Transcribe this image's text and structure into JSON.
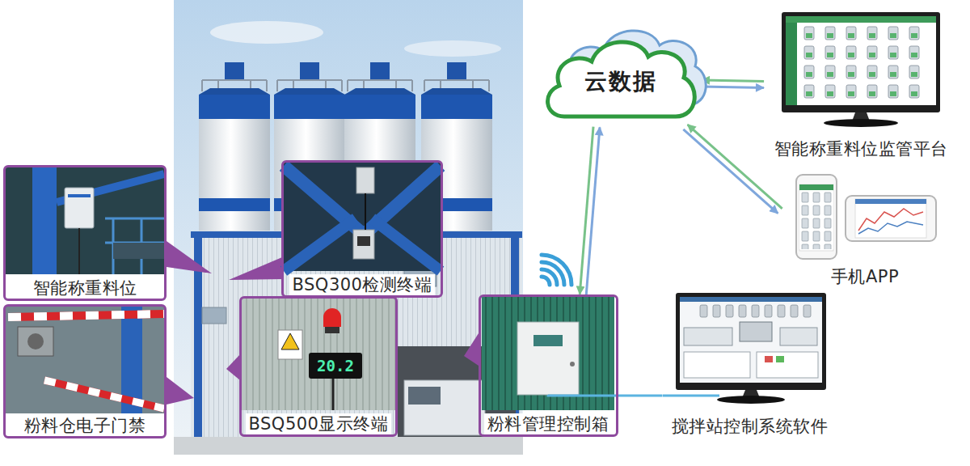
{
  "diagram": {
    "nodes": [
      {
        "text": [
          "智能称重料位"
        ]
      },
      {
        "text": [
          "BSQ300检测终端"
        ]
      },
      {
        "text": [
          "粉料仓电子门禁"
        ]
      },
      {
        "text": [
          "BSQ500显示终端"
        ]
      },
      {
        "text": [
          "粉料管理控制箱"
        ]
      },
      {
        "text": [
          "云数据"
        ]
      },
      {
        "text": [
          "智能称重料位监管平台"
        ]
      },
      {
        "text": [
          "手机APP"
        ]
      },
      {
        "text": [
          "搅拌站控制系统软件"
        ]
      }
    ],
    "edges": [
      {
        "from": 5,
        "to": 6,
        "arrow": "both"
      },
      {
        "from": 5,
        "to": 7,
        "arrow": "both"
      },
      {
        "from": 4,
        "to": 5,
        "arrow": "both"
      },
      {
        "from": 4,
        "to": 8,
        "arrow": "none"
      }
    ],
    "labels": [
      "20.2"
    ]
  }
}
